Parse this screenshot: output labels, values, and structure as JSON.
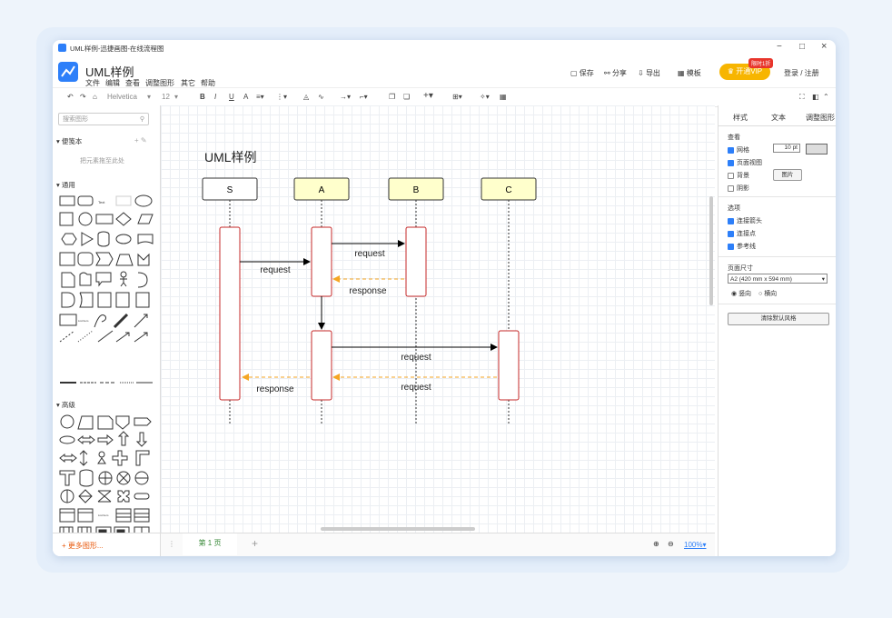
{
  "window": {
    "title": "UML样例-迅捷画图-在线流程图",
    "minimize": "−",
    "maximize": "□",
    "close": "×"
  },
  "app": {
    "doc_title": "UML样例",
    "menu": [
      "文件",
      "编辑",
      "查看",
      "调整图形",
      "其它",
      "帮助"
    ]
  },
  "topright": {
    "save": "保存",
    "share": "分享",
    "export": "导出",
    "template": "模板",
    "vip": "开通VIP",
    "vip_badge": "限时1折",
    "login": "登录 / 注册"
  },
  "toolbar": {
    "font": "Helvetica",
    "font_size": "12",
    "bold": "B",
    "italic": "I",
    "underline": "U"
  },
  "left": {
    "search_placeholder": "搜索图形",
    "notes_section": "便笺本",
    "notes_hint": "把元素拖至此处",
    "general_section": "通用",
    "advanced_section": "高级",
    "more_shapes": "+ 更多图形..."
  },
  "right": {
    "tabs": [
      "样式",
      "文本",
      "调整图形"
    ],
    "view_label": "查看",
    "grid": "网格",
    "grid_size": "10 pt",
    "page_view": "页面视图",
    "background": "背景",
    "image_btn": "图片",
    "shadow": "阴影",
    "options_label": "选项",
    "connect_arrows": "连接箭头",
    "connect_points": "连接点",
    "guides": "参考线",
    "page_size_label": "页面尺寸",
    "page_size": "A2 (420 mm x 594 mm)",
    "portrait": "竖向",
    "landscape": "横向",
    "reset_style": "清除默认风格"
  },
  "diagram": {
    "title": "UML样例",
    "lifelines": [
      "S",
      "A",
      "B",
      "C"
    ],
    "messages": [
      "request",
      "request",
      "response",
      "request",
      "request",
      "response"
    ]
  },
  "bottom": {
    "page_tab": "第 1 页",
    "add": "+",
    "zoom": "100%"
  }
}
